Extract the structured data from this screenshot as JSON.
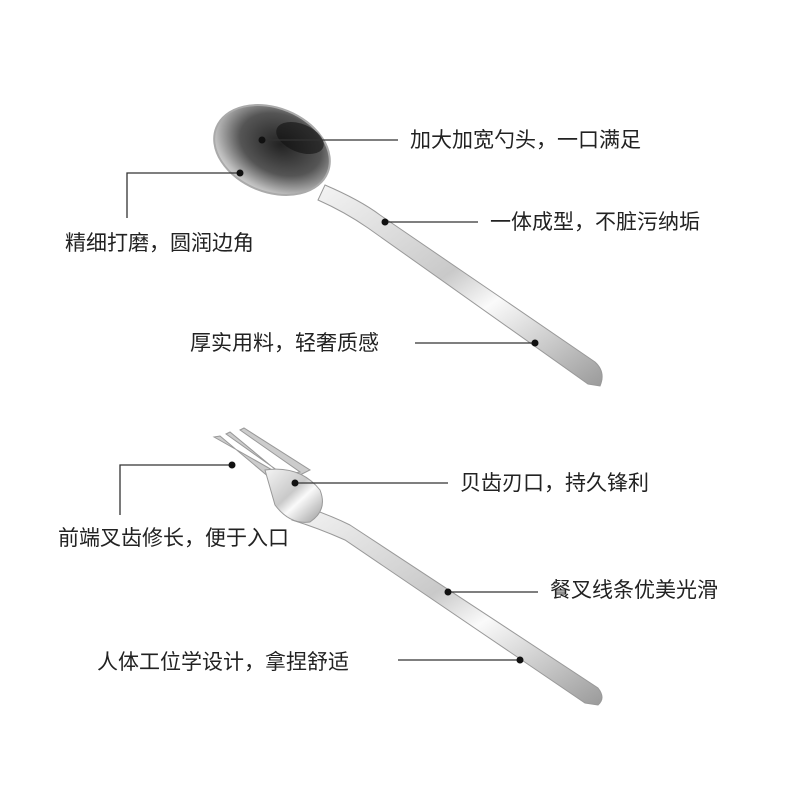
{
  "labels": {
    "spoon_head": "加大加宽勺头，一口满足",
    "spoon_edge": "精细打磨，圆润边角",
    "spoon_body": "一体成型，不脏污纳垢",
    "spoon_handle": "厚实用料，轻奢质感",
    "fork_edge": "贝齿刃口，持久锋利",
    "fork_tines": "前端叉齿修长，便于入口",
    "fork_lines": "餐叉线条优美光滑",
    "fork_handle": "人体工位学设计，拿捏舒适"
  }
}
